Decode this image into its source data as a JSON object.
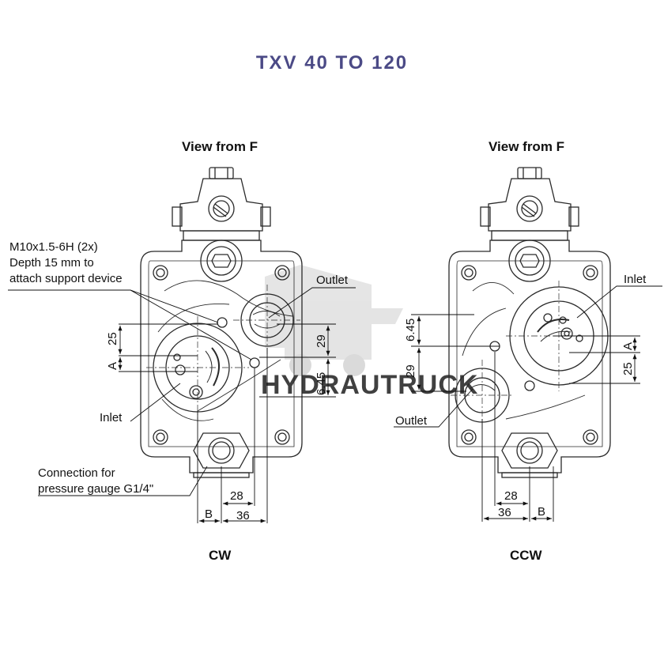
{
  "title": "TXV 40 TO 120",
  "left_view": {
    "heading": "View from F",
    "rotation": "CW",
    "labels": {
      "thread_line1": "M10x1.5-6H (2x)",
      "thread_line2": "Depth 15 mm to",
      "thread_line3": "attach support device",
      "outlet": "Outlet",
      "inlet": "Inlet",
      "gauge_line1": "Connection for",
      "gauge_line2": "pressure gauge  G1/4\""
    },
    "dimensions": {
      "d25": "25",
      "dA": "A",
      "d29": "29",
      "d645": "6.45",
      "d28": "28",
      "d36": "36",
      "dB": "B"
    }
  },
  "right_view": {
    "heading": "View from F",
    "rotation": "CCW",
    "labels": {
      "inlet": "Inlet",
      "outlet": "Outlet"
    },
    "dimensions": {
      "d645": "6.45",
      "d29": "29",
      "dA": "A",
      "d25": "25",
      "d28": "28",
      "d36": "36",
      "dB": "B"
    }
  },
  "watermark": {
    "text": "HYDRAUTRUCK",
    "color": "#c8c8c8"
  },
  "colors": {
    "title": "#4b4a86",
    "line": "#2a2a2a"
  }
}
